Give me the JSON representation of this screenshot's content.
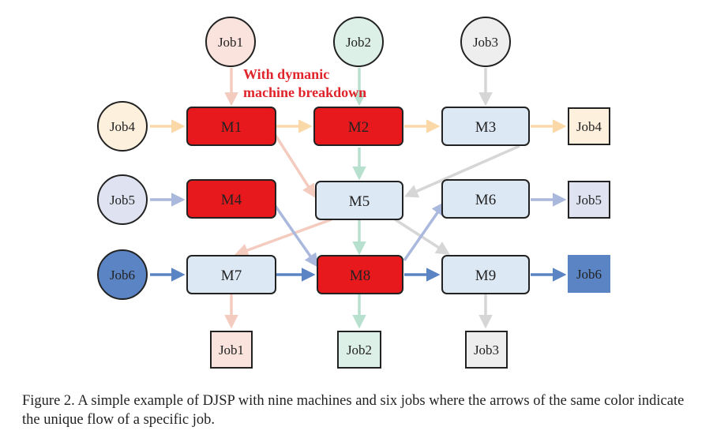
{
  "colors": {
    "job1": "#f4cbbf",
    "job2": "#b7e0cf",
    "job3": "#d6d6d6",
    "job4": "#fbd8a8",
    "job5": "#a9b8dc",
    "job6": "#5b84c4",
    "machine_fill": "#dde8f5",
    "breakdown_fill": "#e8191c"
  },
  "jobs": {
    "job1_in": "Job1",
    "job2_in": "Job2",
    "job3_in": "Job3",
    "job4_in": "Job4",
    "job5_in": "Job5",
    "job6_in": "Job6",
    "job4_out": "Job4",
    "job5_out": "Job5",
    "job6_out": "Job6",
    "job1_out": "Job1",
    "job2_out": "Job2",
    "job3_out": "Job3"
  },
  "machines": {
    "m1": "M1",
    "m2": "M2",
    "m3": "M3",
    "m4": "M4",
    "m5": "M5",
    "m6": "M6",
    "m7": "M7",
    "m8": "M8",
    "m9": "M9"
  },
  "annotation": {
    "line1": "With dymanic",
    "line2": "machine breakdown"
  },
  "caption": "Figure 2. A simple example of DJSP with nine machines and six jobs where the arrows of the same color indicate the unique flow of a specific job."
}
